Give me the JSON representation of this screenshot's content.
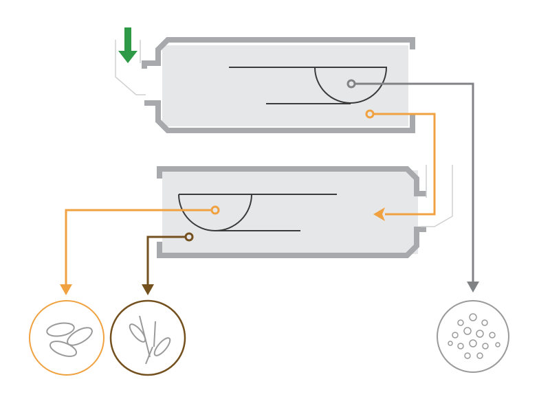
{
  "colors": {
    "chamber_fill": "#e6e7e8",
    "chamber_frame": "#a7a9ac",
    "rotor_line": "#3a3a3a",
    "feed_arrow": "#2e9a47",
    "orange_stream": "#f0a140",
    "brown_stream": "#74501e",
    "gray_stream": "#808285",
    "icon_stroke": "#9a9a9a"
  },
  "diagram": {
    "inlet": {
      "icon": "down-arrow-icon"
    },
    "stages": [
      "upper-chamber",
      "lower-chamber"
    ],
    "outputs": [
      {
        "stream": "orange",
        "icon": "seed-grains-icon"
      },
      {
        "stream": "brown",
        "icon": "stalks-leaves-icon"
      },
      {
        "stream": "gray",
        "icon": "small-particles-icon"
      }
    ]
  }
}
